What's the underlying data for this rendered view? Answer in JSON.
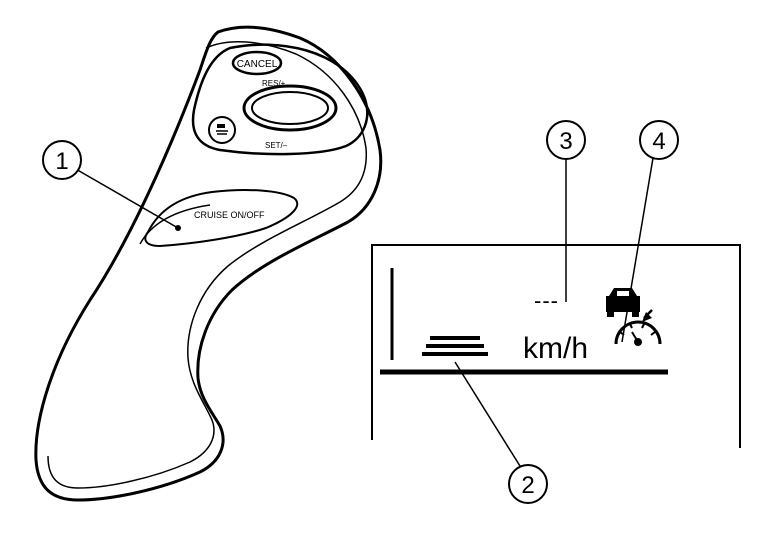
{
  "control_buttons": {
    "cancel": "CANCEL",
    "resume": "RES/+",
    "set": "SET/–",
    "cruise": "CRUISE ON/OFF"
  },
  "callouts": [
    "1",
    "2",
    "3",
    "4"
  ],
  "display": {
    "unit": "km/h",
    "set_speed_text": "---"
  },
  "icons": [
    "distance-bars-icon",
    "lead-vehicle-icon",
    "speedometer-icon"
  ]
}
